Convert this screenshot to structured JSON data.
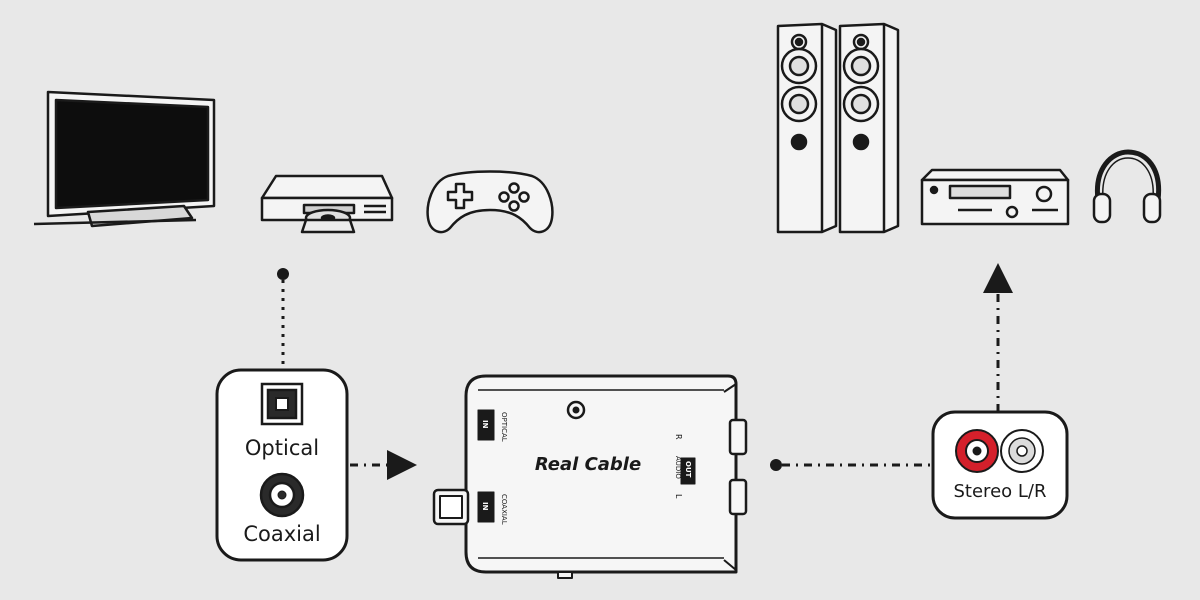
{
  "input_box": {
    "optical_label": "Optical",
    "coaxial_label": "Coaxial"
  },
  "output_box": {
    "stereo_label": "Stereo L/R"
  },
  "converter": {
    "brand": "Real Cable",
    "optical_in_label": "OPTICAL",
    "coaxial_in_label": "COAXIAL",
    "in_badge": "IN",
    "audio_label": "AUDIO",
    "out_badge": "OUT",
    "left_label": "L",
    "right_label": "R"
  },
  "colors": {
    "background": "#e8e8e8",
    "stroke": "#1a1a1a",
    "rca_red": "#d4202b"
  }
}
